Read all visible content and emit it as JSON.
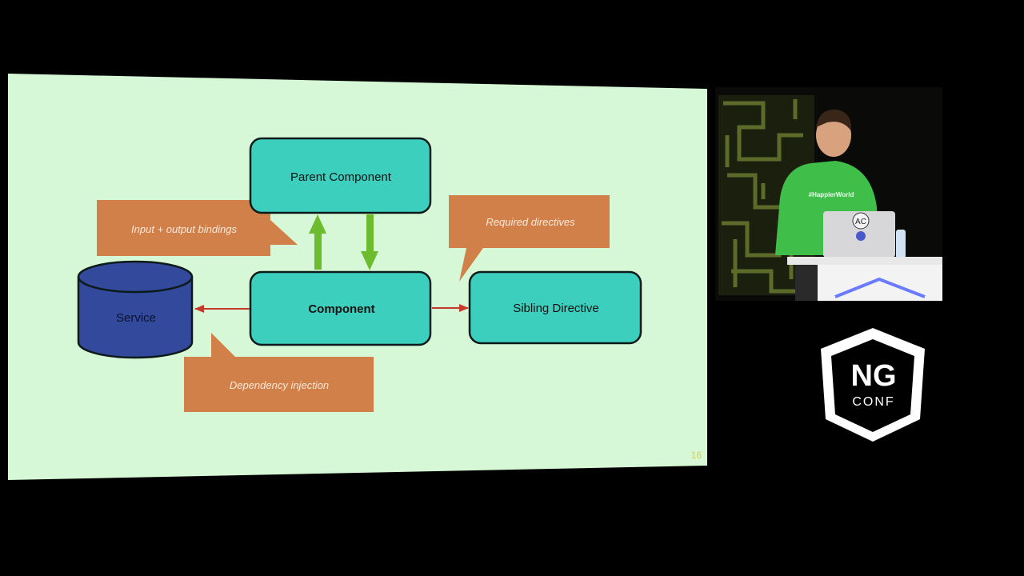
{
  "slide": {
    "background": "#d6f8d6",
    "page_number": "16",
    "nodes": {
      "parent": "Parent Component",
      "component": "Component",
      "service": "Service",
      "sibling": "Sibling Directive"
    },
    "callouts": {
      "bindings": "Input + output bindings",
      "required": "Required directives",
      "injection": "Dependency injection"
    },
    "colors": {
      "node_fill": "#3ccfbe",
      "service_fill": "#33499b",
      "callout_fill": "#d1804a",
      "arrow_green": "#6dbb2f",
      "arrow_red": "#c53a2a"
    }
  },
  "speaker_video": {
    "shirt_text": "#HappierWorld",
    "laptop_badge": "AC"
  },
  "logo": {
    "line1": "NG",
    "line2": "CONF"
  }
}
